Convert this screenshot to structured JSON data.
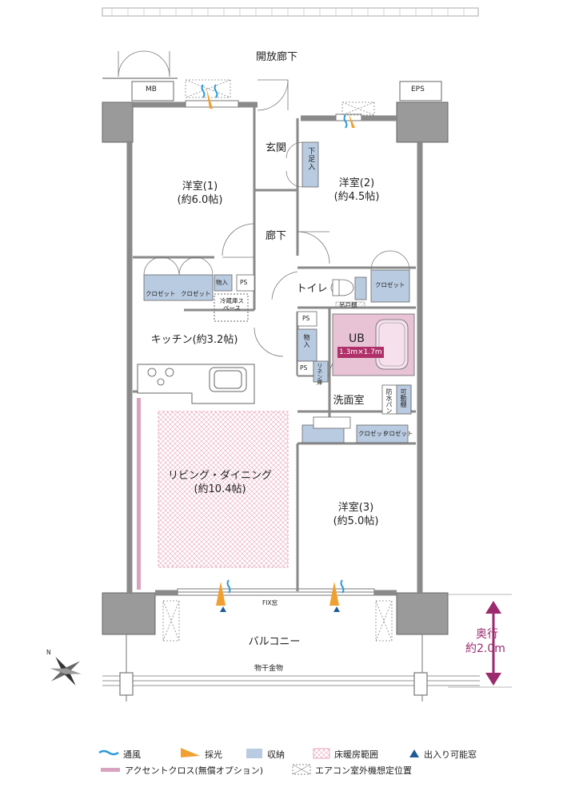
{
  "labels": {
    "open_corridor": "開放廊下",
    "mb": "MB",
    "eps": "EPS",
    "entrance": "玄関",
    "shoe_closet": "下足入",
    "room1_name": "洋室(1)",
    "room1_size": "(約6.0帖)",
    "room2_name": "洋室(2)",
    "room2_size": "(約4.5帖)",
    "hallway": "廊下",
    "toilet": "トイレ",
    "hanging_shelf": "吊戸棚",
    "ps": "PS",
    "storage": "物入",
    "closet": "クロゼット",
    "fridge_space": "冷蔵庫スペース",
    "kitchen": "キッチン(約3.2帖)",
    "ub": "UB",
    "ub_size": "1.3m×1.7m",
    "linen": "リネン庫",
    "washroom": "洗面室",
    "waterproof_pan": "防水パン",
    "movable_shelf": "可動棚",
    "living_name": "リビング・ダイニング",
    "living_size": "(約10.4帖)",
    "room3_name": "洋室(3)",
    "room3_size": "(約5.0帖)",
    "fix_window": "FIX窓",
    "balcony": "バルコニー",
    "drying_rack": "物干金物",
    "depth_label": "奥行",
    "depth_value": "約2.0m",
    "compass_n": "N"
  },
  "legend": {
    "ventilation": "通風",
    "daylight": "採光",
    "storage": "収納",
    "floor_heating": "床暖房範囲",
    "openable_window": "出入り可能窓",
    "accent_cloth": "アクセントクロス(無償オプション)",
    "ac_unit": "エアコン室外機想定位置"
  },
  "colors": {
    "wall": "#8a8a8a",
    "storage_fill": "#b9cbe0",
    "floor_heating": "#e8a4b8",
    "bath_fill": "#e8c3d6",
    "ub_label_bg": "#b0306a",
    "accent": "#d9a3c0",
    "arrow": "#9c2a6e",
    "vent": "#2a9ad8",
    "light": "#f0a030",
    "window_mark": "#1f5d98"
  }
}
